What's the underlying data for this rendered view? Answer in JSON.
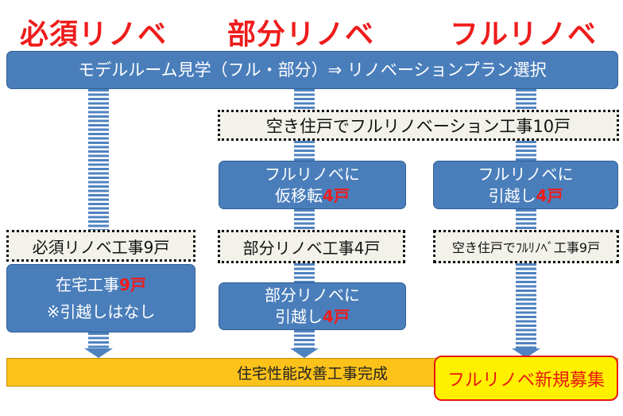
{
  "headers": {
    "required": "必須リノベ",
    "partial": "部分リノベ",
    "full": "フルリノベ"
  },
  "top_bar": "モデルルーム見学（フル・部分）⇒ リノベーションプラン選択",
  "vacancy_full_reno": "空き住戸でフルリノベーション工事10戸",
  "partial_col": {
    "relocate_line1": "フルリノベに",
    "relocate_line2_text": "仮移転",
    "relocate_line2_num": "4戸",
    "work": "部分リノベ工事4戸",
    "move_line1": "部分リノベに",
    "move_line2_text": "引越し",
    "move_line2_num": "4戸"
  },
  "full_col": {
    "move_line1": "フルリノベに",
    "move_line2_text": "引越し",
    "move_line2_num": "4戸",
    "work": "空き住戸でﾌﾙﾘﾉﾍﾞ工事9戸"
  },
  "required_col": {
    "work": "必須リノベ工事9戸",
    "inhome_text": "在宅工事",
    "inhome_num": "9戸",
    "no_move": "※引越しはなし"
  },
  "bottom_bar": "住宅性能改善工事完成",
  "new_recruit": "フルリノベ新規募集"
}
